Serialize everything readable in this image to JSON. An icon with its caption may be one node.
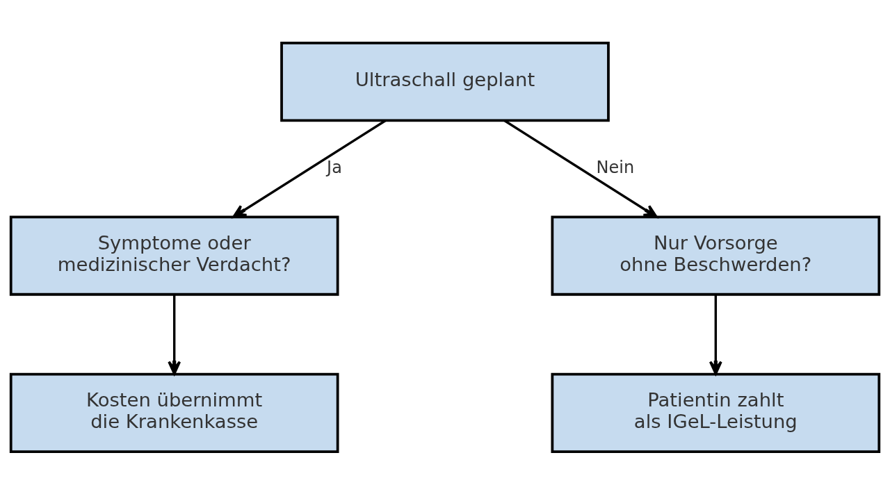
{
  "diagram": {
    "nodes": [
      {
        "text": [
          "Ultraschall geplant"
        ]
      },
      {
        "text": [
          "Symptome oder medizinischer Verdacht?"
        ]
      },
      {
        "text": [
          "Nur Vorsorge ohne Beschwerden?"
        ]
      },
      {
        "text": [
          "Kosten übernimmt die Krankenkasse"
        ]
      },
      {
        "text": [
          "Patientin zahlt als IGeL-Leistung"
        ]
      }
    ],
    "edges": [
      {
        "from": 0,
        "to": 1,
        "arrow": "to",
        "label": "Ja"
      },
      {
        "from": 0,
        "to": 2,
        "arrow": "to",
        "label": "Nein"
      },
      {
        "from": 1,
        "to": 3,
        "arrow": "to"
      },
      {
        "from": 2,
        "to": 4,
        "arrow": "to"
      }
    ]
  }
}
